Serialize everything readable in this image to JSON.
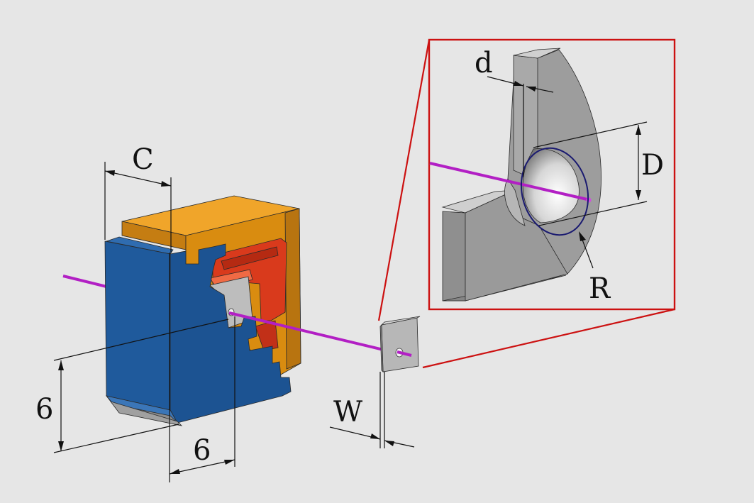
{
  "labels": {
    "C": "C",
    "six_vertical": "6",
    "six_horizontal": "6",
    "W": "W",
    "d": "d",
    "D": "D",
    "R": "R"
  },
  "colors": {
    "background": "#e6e6e6",
    "block_blue": "#1f5a9c",
    "block_orange": "#d98c10",
    "insert_red": "#d93a1c",
    "metal_gray": "#9a9a9a",
    "wire_magenta": "#b21fc4",
    "callout_red": "#cc1111",
    "circle_navy": "#1a1a70"
  }
}
